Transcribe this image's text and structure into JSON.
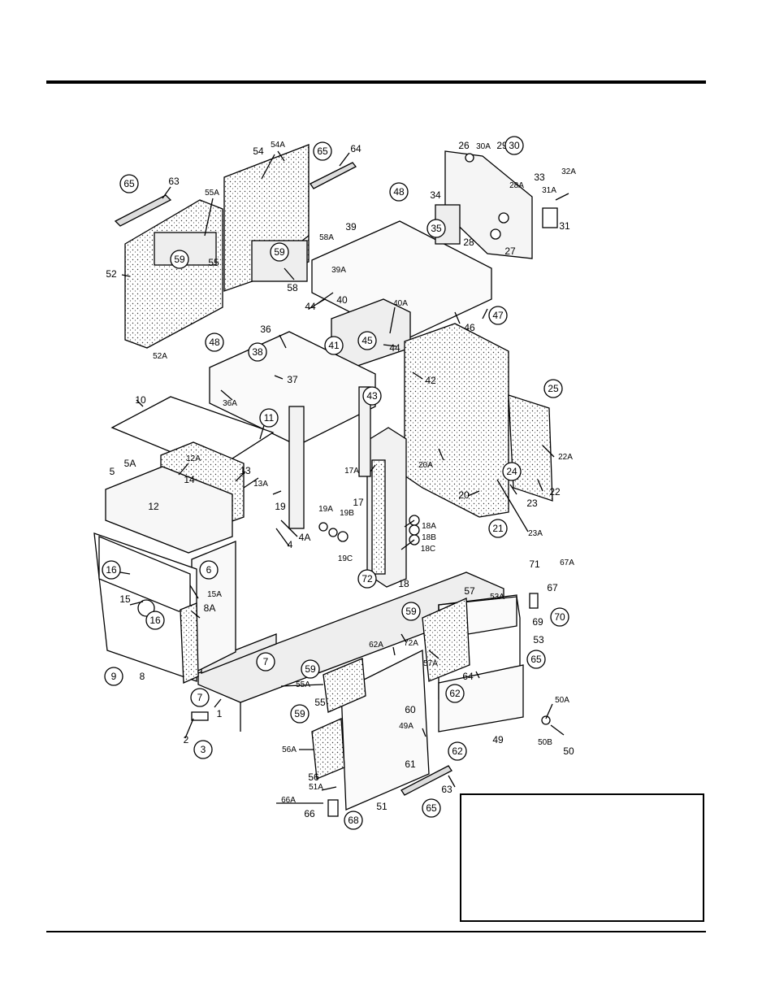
{
  "callouts": [
    {
      "id": "c54",
      "text": "54"
    },
    {
      "id": "c54A",
      "text": "54A"
    },
    {
      "id": "c65a",
      "text": "65",
      "circled": true
    },
    {
      "id": "c64a",
      "text": "64"
    },
    {
      "id": "c26",
      "text": "26"
    },
    {
      "id": "c30A",
      "text": "30A"
    },
    {
      "id": "c29",
      "text": "29"
    },
    {
      "id": "c30",
      "text": "30",
      "circled": true
    },
    {
      "id": "c65b",
      "text": "65",
      "circled": true
    },
    {
      "id": "c63a",
      "text": "63"
    },
    {
      "id": "c55A",
      "text": "55A"
    },
    {
      "id": "c48a",
      "text": "48",
      "circled": true
    },
    {
      "id": "c34",
      "text": "34"
    },
    {
      "id": "c28A",
      "text": "28A"
    },
    {
      "id": "c33",
      "text": "33"
    },
    {
      "id": "c32A",
      "text": "32A"
    },
    {
      "id": "c31A",
      "text": "31A"
    },
    {
      "id": "c39",
      "text": "39"
    },
    {
      "id": "c35",
      "text": "35",
      "circled": true
    },
    {
      "id": "c58A",
      "text": "58A"
    },
    {
      "id": "c28",
      "text": "28"
    },
    {
      "id": "c27",
      "text": "27"
    },
    {
      "id": "c31",
      "text": "31"
    },
    {
      "id": "c52",
      "text": "52"
    },
    {
      "id": "c59a",
      "text": "59",
      "circled": true
    },
    {
      "id": "c55",
      "text": "55"
    },
    {
      "id": "c59b",
      "text": "59",
      "circled": true
    },
    {
      "id": "c39A",
      "text": "39A"
    },
    {
      "id": "c58",
      "text": "58"
    },
    {
      "id": "c44a",
      "text": "44"
    },
    {
      "id": "c40",
      "text": "40"
    },
    {
      "id": "c40A",
      "text": "40A"
    },
    {
      "id": "c47",
      "text": "47",
      "circled": true
    },
    {
      "id": "c46",
      "text": "46"
    },
    {
      "id": "c52A",
      "text": "52A"
    },
    {
      "id": "c36",
      "text": "36"
    },
    {
      "id": "c45",
      "text": "45",
      "circled": true
    },
    {
      "id": "c44b",
      "text": "44"
    },
    {
      "id": "c48b",
      "text": "48",
      "circled": true
    },
    {
      "id": "c38",
      "text": "38",
      "circled": true
    },
    {
      "id": "c41",
      "text": "41",
      "circled": true
    },
    {
      "id": "c42",
      "text": "42"
    },
    {
      "id": "c37",
      "text": "37"
    },
    {
      "id": "c36A",
      "text": "36A"
    },
    {
      "id": "c43",
      "text": "43",
      "circled": true
    },
    {
      "id": "c25",
      "text": "25",
      "circled": true
    },
    {
      "id": "c10",
      "text": "10"
    },
    {
      "id": "c11",
      "text": "11",
      "circled": true
    },
    {
      "id": "c22A",
      "text": "22A"
    },
    {
      "id": "c12A",
      "text": "12A"
    },
    {
      "id": "c17A",
      "text": "17A"
    },
    {
      "id": "c20A",
      "text": "20A"
    },
    {
      "id": "c5A",
      "text": "5A"
    },
    {
      "id": "c14",
      "text": "14"
    },
    {
      "id": "c13",
      "text": "13"
    },
    {
      "id": "c5",
      "text": "5"
    },
    {
      "id": "c13A",
      "text": "13A"
    },
    {
      "id": "c24",
      "text": "24",
      "circled": true
    },
    {
      "id": "c22",
      "text": "22"
    },
    {
      "id": "c20",
      "text": "20"
    },
    {
      "id": "c23",
      "text": "23"
    },
    {
      "id": "c19",
      "text": "19"
    },
    {
      "id": "c12",
      "text": "12"
    },
    {
      "id": "c17",
      "text": "17"
    },
    {
      "id": "c19A",
      "text": "19A"
    },
    {
      "id": "c19B",
      "text": "19B"
    },
    {
      "id": "c18A",
      "text": "18A"
    },
    {
      "id": "c21",
      "text": "21",
      "circled": true
    },
    {
      "id": "c23A",
      "text": "23A"
    },
    {
      "id": "c4A",
      "text": "4A"
    },
    {
      "id": "c18B",
      "text": "18B"
    },
    {
      "id": "c4",
      "text": "4"
    },
    {
      "id": "c19C",
      "text": "19C"
    },
    {
      "id": "c18C",
      "text": "18C"
    },
    {
      "id": "c16a",
      "text": "16",
      "circled": true
    },
    {
      "id": "c6",
      "text": "6",
      "circled": true
    },
    {
      "id": "c71",
      "text": "71"
    },
    {
      "id": "c67A",
      "text": "67A"
    },
    {
      "id": "c72",
      "text": "72",
      "circled": true
    },
    {
      "id": "c18",
      "text": "18"
    },
    {
      "id": "c57",
      "text": "57"
    },
    {
      "id": "c53A",
      "text": "53A"
    },
    {
      "id": "c67",
      "text": "67"
    },
    {
      "id": "c15",
      "text": "15"
    },
    {
      "id": "c15A",
      "text": "15A"
    },
    {
      "id": "c16b",
      "text": "16",
      "circled": true
    },
    {
      "id": "c59c",
      "text": "59",
      "circled": true
    },
    {
      "id": "c69",
      "text": "69"
    },
    {
      "id": "c70",
      "text": "70",
      "circled": true
    },
    {
      "id": "c8A",
      "text": "8A"
    },
    {
      "id": "c72A",
      "text": "72A"
    },
    {
      "id": "c53",
      "text": "53"
    },
    {
      "id": "c62A",
      "text": "62A"
    },
    {
      "id": "c9",
      "text": "9",
      "circled": true
    },
    {
      "id": "c8",
      "text": "8"
    },
    {
      "id": "c7a",
      "text": "7",
      "circled": true
    },
    {
      "id": "c57A",
      "text": "57A"
    },
    {
      "id": "c65c",
      "text": "65",
      "circled": true
    },
    {
      "id": "c64b",
      "text": "64"
    },
    {
      "id": "c59d",
      "text": "59",
      "circled": true
    },
    {
      "id": "c55Ab",
      "text": "55A"
    },
    {
      "id": "c62a",
      "text": "62",
      "circled": true
    },
    {
      "id": "c7b",
      "text": "7",
      "circled": true
    },
    {
      "id": "c55b",
      "text": "55"
    },
    {
      "id": "c60",
      "text": "60"
    },
    {
      "id": "c50A",
      "text": "50A"
    },
    {
      "id": "c1",
      "text": "1"
    },
    {
      "id": "c59e",
      "text": "59",
      "circled": true
    },
    {
      "id": "c49A",
      "text": "49A"
    },
    {
      "id": "c49",
      "text": "49"
    },
    {
      "id": "c2",
      "text": "2"
    },
    {
      "id": "c50B",
      "text": "50B"
    },
    {
      "id": "c50",
      "text": "50"
    },
    {
      "id": "c3",
      "text": "3",
      "circled": true
    },
    {
      "id": "c56A",
      "text": "56A"
    },
    {
      "id": "c62b",
      "text": "62",
      "circled": true
    },
    {
      "id": "c61",
      "text": "61"
    },
    {
      "id": "c56",
      "text": "56"
    },
    {
      "id": "c63b",
      "text": "63"
    },
    {
      "id": "c51A",
      "text": "51A"
    },
    {
      "id": "c51",
      "text": "51"
    },
    {
      "id": "c66A",
      "text": "66A"
    },
    {
      "id": "c65d",
      "text": "65",
      "circled": true
    },
    {
      "id": "c66",
      "text": "66"
    },
    {
      "id": "c68",
      "text": "68",
      "circled": true
    }
  ]
}
